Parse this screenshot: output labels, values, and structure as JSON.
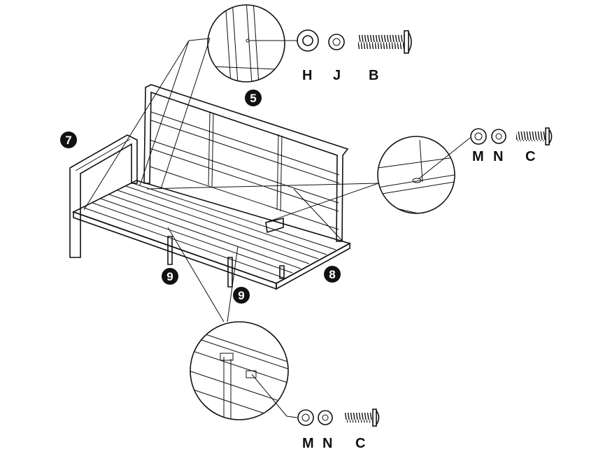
{
  "step_numbers": {
    "backrest": "5",
    "armrest": "7",
    "seat": "8",
    "leg_left": "9",
    "leg_right": "9"
  },
  "callouts": {
    "top": {
      "parts": [
        "H",
        "J",
        "B"
      ]
    },
    "right": {
      "parts": [
        "M",
        "N",
        "C"
      ]
    },
    "bottom": {
      "parts": [
        "M",
        "N",
        "C"
      ]
    }
  },
  "colors": {
    "ink": "#111111",
    "background": "#ffffff"
  }
}
